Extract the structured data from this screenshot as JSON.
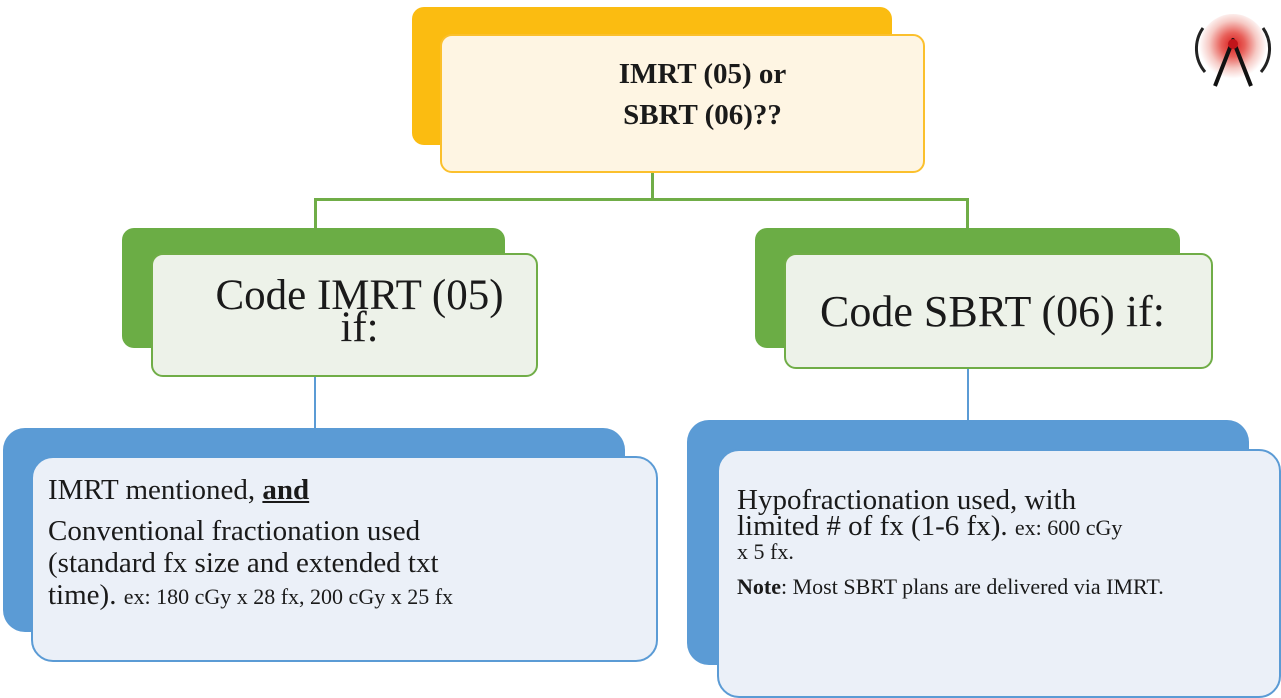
{
  "top_node": {
    "line1": "IMRT (05) or",
    "line2": "SBRT (06)??"
  },
  "left_branch": {
    "heading_line1": "Code IMRT (05)",
    "heading_line2": "if:",
    "text1": "IMRT mentioned, ",
    "text1_emph": "and",
    "text2": "Conventional fractionation used",
    "text3": "(standard fx size and extended txt",
    "text4": "time). ",
    "text4_example": "ex: 180 cGy x 28 fx, 200 cGy x 25 fx"
  },
  "right_branch": {
    "heading": "Code SBRT (06) if:",
    "text1": "Hypofractionation used, with",
    "text2": "limited # of fx (1-6 fx). ",
    "text2_example": "ex: 600 cGy",
    "text3": "x 5 fx.",
    "note_label": "Note",
    "note_text": ": Most SBRT plans are delivered via IMRT."
  },
  "colors": {
    "top_accent": "#fbbc11",
    "green_accent": "#70ad47",
    "blue_accent": "#5b9bd5"
  },
  "icons": [
    "radiation-logo-icon"
  ]
}
